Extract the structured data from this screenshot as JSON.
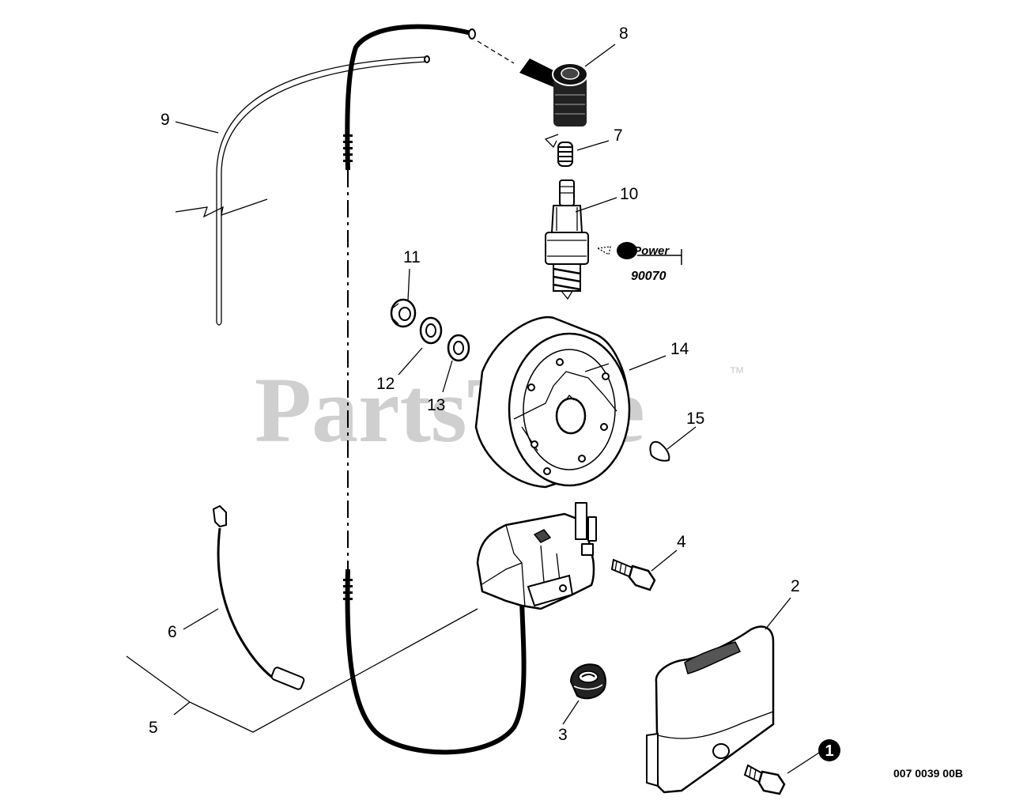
{
  "watermark": {
    "text": "PartsTree",
    "trademark": "™"
  },
  "callouts": [
    "8",
    "9",
    "7",
    "10",
    "11",
    "12",
    "13",
    "14",
    "15",
    "4",
    "2",
    "6",
    "5",
    "3"
  ],
  "repower": {
    "brand": "RePower",
    "part_number": "90070"
  },
  "marker": {
    "label": "1"
  },
  "drawing_ref": "007 0039 00B"
}
